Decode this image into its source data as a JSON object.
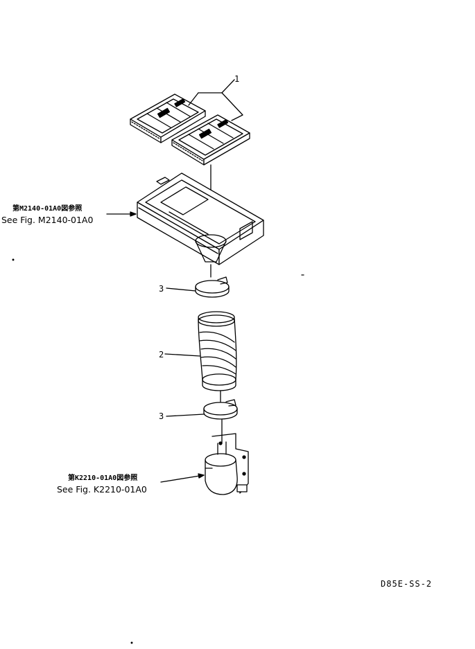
{
  "callouts": [
    "1",
    "2",
    "3",
    "3"
  ],
  "references": [
    {
      "jp": "第M2140-01A0図参照",
      "en": "See Fig. M2140-01A0"
    },
    {
      "jp": "第K2210-01A0図参照",
      "en": "See Fig. K2210-01A0"
    }
  ],
  "drawing_code": "D85E-SS-2"
}
